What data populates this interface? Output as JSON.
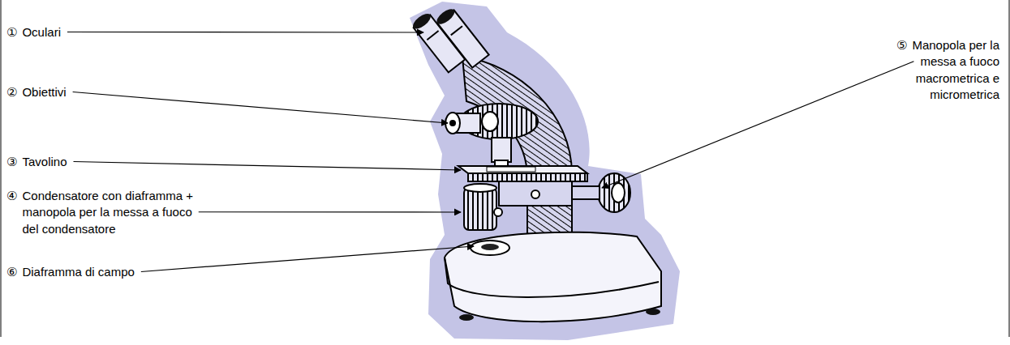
{
  "diagram": {
    "labels": [
      "①",
      "Oculari",
      "②",
      "Obiettivi",
      "③",
      "Tavolino",
      "④",
      "Condensatore con diaframma + manopola per la messa a fuoco del condensatore",
      "⑤",
      "Manopola per la messa a fuoco macrometrica e micrometrica",
      "⑥",
      "Diaframma di campo"
    ]
  }
}
